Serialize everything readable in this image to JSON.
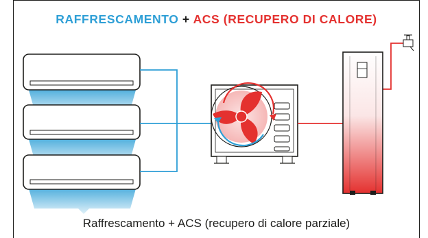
{
  "title": {
    "part_cooling": "RAFFRESCAMENTO",
    "plus": " + ",
    "part_dhw": "ACS (RECUPERO DI CALORE)"
  },
  "caption": "Raffrescamento + ACS (recupero di calore parziale)",
  "colors": {
    "cold": "#2e9fd6",
    "hot": "#e4312f",
    "outline": "#1d1d1b"
  },
  "icons": [
    "wall-unit",
    "cold-airflow",
    "outdoor-heat-pump",
    "fan",
    "water-heater",
    "faucet"
  ]
}
